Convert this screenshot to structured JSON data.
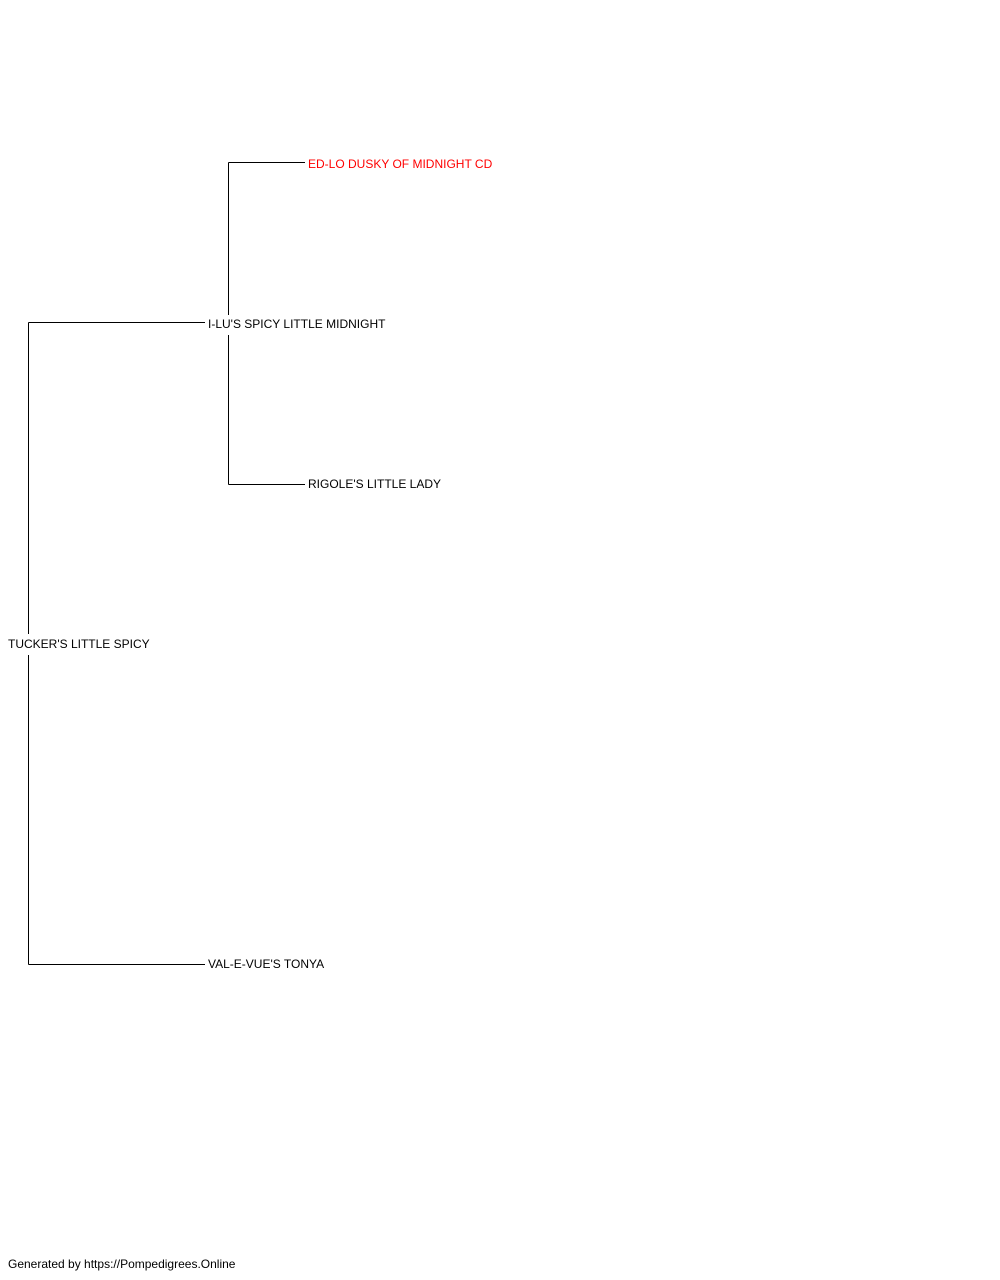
{
  "pedigree": {
    "subject": {
      "name": "TUCKER'S LITTLE SPICY",
      "color": "#000000"
    },
    "sire": {
      "name": "I-LU'S SPICY LITTLE MIDNIGHT",
      "color": "#000000"
    },
    "dam": {
      "name": "VAL-E-VUE'S TONYA",
      "color": "#000000"
    },
    "sire_sire": {
      "name": "ED-LO DUSKY OF MIDNIGHT CD",
      "color": "#ff0000"
    },
    "sire_dam": {
      "name": "RIGOLE'S LITTLE LADY",
      "color": "#000000"
    }
  },
  "footer": {
    "text": "Generated by https://Pompedigrees.Online"
  },
  "colors": {
    "line": "#000000",
    "text": "#000000",
    "highlight": "#ff0000",
    "background": "#ffffff"
  }
}
